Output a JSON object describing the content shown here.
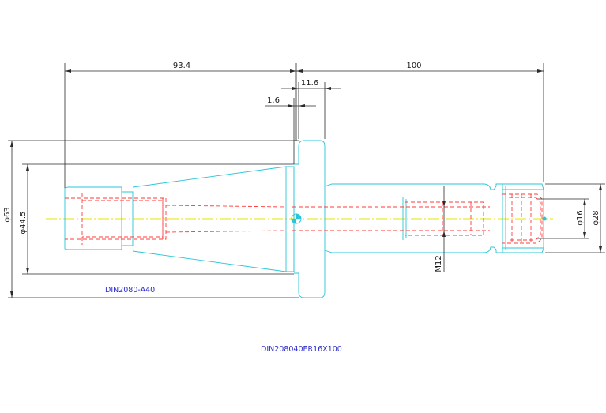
{
  "drawing": {
    "dimensions": {
      "length_taper": "93.4",
      "length_body": "100",
      "flange_width": "11.6",
      "flange_offset": "1.6",
      "dia_flange": "φ63",
      "dia_taper": "φ44.5",
      "thread": "M12",
      "dia_bore": "φ16",
      "dia_nose": "φ28"
    },
    "notes": {
      "taper_spec": "DIN2080-A40",
      "part_number": "DIN208040ER16X100"
    },
    "colors": {
      "outline": "#27c6d8",
      "hidden_lines": "#ff3b3b",
      "center_line": "#e6e600",
      "dimension_lines": "#2a2a2a",
      "note_text": "#2b2bcc",
      "background": "#ffffff"
    }
  }
}
